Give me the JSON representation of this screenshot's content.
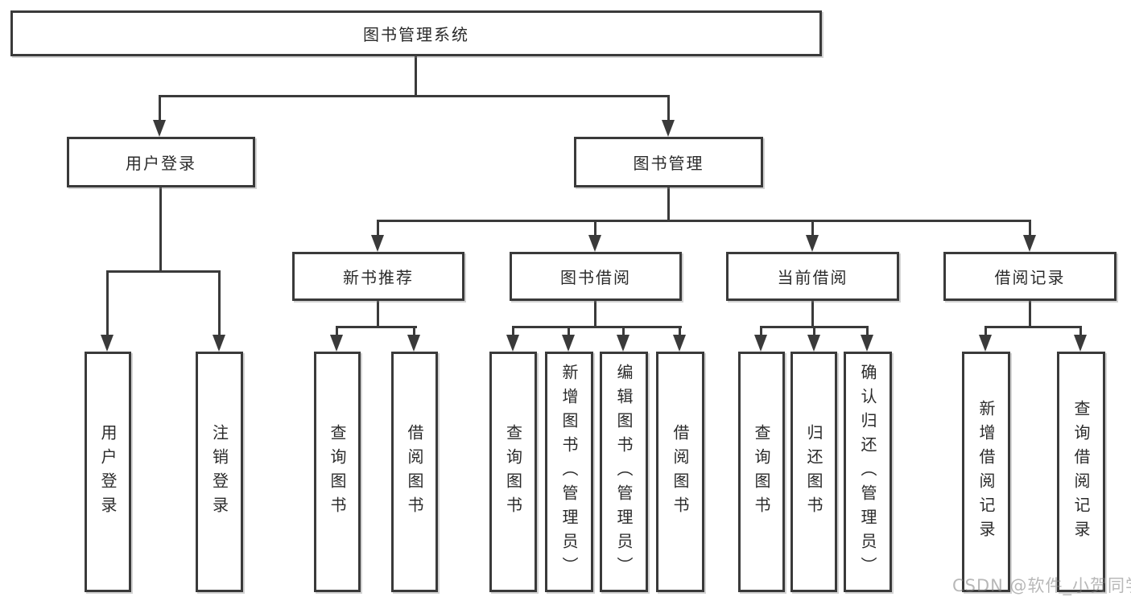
{
  "diagram": {
    "type": "hierarchy-tree",
    "root": {
      "label": "图书管理系统"
    },
    "branches": [
      {
        "label": "用户登录",
        "children": [
          {
            "label": "用户登录"
          },
          {
            "label": "注销登录"
          }
        ]
      },
      {
        "label": "图书管理",
        "children": [
          {
            "label": "新书推荐",
            "children": [
              {
                "label": "查询图书"
              },
              {
                "label": "借阅图书"
              }
            ]
          },
          {
            "label": "图书借阅",
            "children": [
              {
                "label": "查询图书"
              },
              {
                "label": "新增图书（管理员）"
              },
              {
                "label": "编辑图书（管理员）"
              },
              {
                "label": "借阅图书"
              }
            ]
          },
          {
            "label": "当前借阅",
            "children": [
              {
                "label": "查询图书"
              },
              {
                "label": "归还图书"
              },
              {
                "label": "确认归还（管理员）"
              }
            ]
          },
          {
            "label": "借阅记录",
            "children": [
              {
                "label": "新增借阅记录"
              },
              {
                "label": "查询借阅记录"
              }
            ]
          }
        ]
      }
    ]
  },
  "watermark": {
    "text": "CSDN @软件_小贺同学"
  },
  "colors": {
    "line": "#3a3a3a",
    "box_border": "#3a3a3a",
    "box_fill": "#ffffff",
    "text": "#2b2b2b",
    "watermark": "#7d7d7d",
    "background": "#ffffff"
  }
}
